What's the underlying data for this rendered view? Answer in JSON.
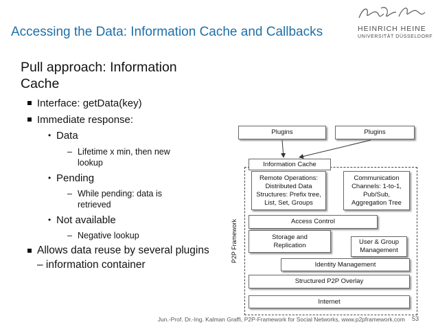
{
  "title": "Accessing the Data: Information Cache and Callbacks",
  "logo": {
    "line1": "HEINRICH HEINE",
    "line2": "UNIVERSITÄT DÜSSELDORF"
  },
  "heading": "Pull approach: Information Cache",
  "bullets": {
    "interface": "Interface: getData(key)",
    "immediate": "Immediate response:",
    "data": "Data",
    "data_sub": "Lifetime x min, then new lookup",
    "pending": "Pending",
    "pending_sub": "While pending: data is retrieved",
    "not_available": "Not available",
    "not_available_sub": "Negative lookup",
    "reuse": "Allows data reuse by several plugins – information container"
  },
  "diagram": {
    "plugins_left": "Plugins",
    "plugins_right": "Plugins",
    "information_cache": "Information Cache",
    "remote_operations": "Remote Operations: Distributed Data Structures: Prefix tree, List, Set, Groups",
    "communication_channels": "Communication Channels: 1-to-1, Pub/Sub, Aggregation Tree",
    "access_control": "Access Control",
    "storage_replication": "Storage and Replication",
    "user_group_management": "User & Group Management",
    "identity_management": "Identity Management",
    "structured_overlay": "Structured P2P Overlay",
    "internet": "Internet",
    "framework_label": "P2P Framework"
  },
  "footer": "Jun.-Prof. Dr.-Ing. Kalman Graffi, P2P-Framework for Social Networks, www.p2pframework.com",
  "page_number": "53",
  "colors": {
    "title": "#1f6fa8"
  }
}
